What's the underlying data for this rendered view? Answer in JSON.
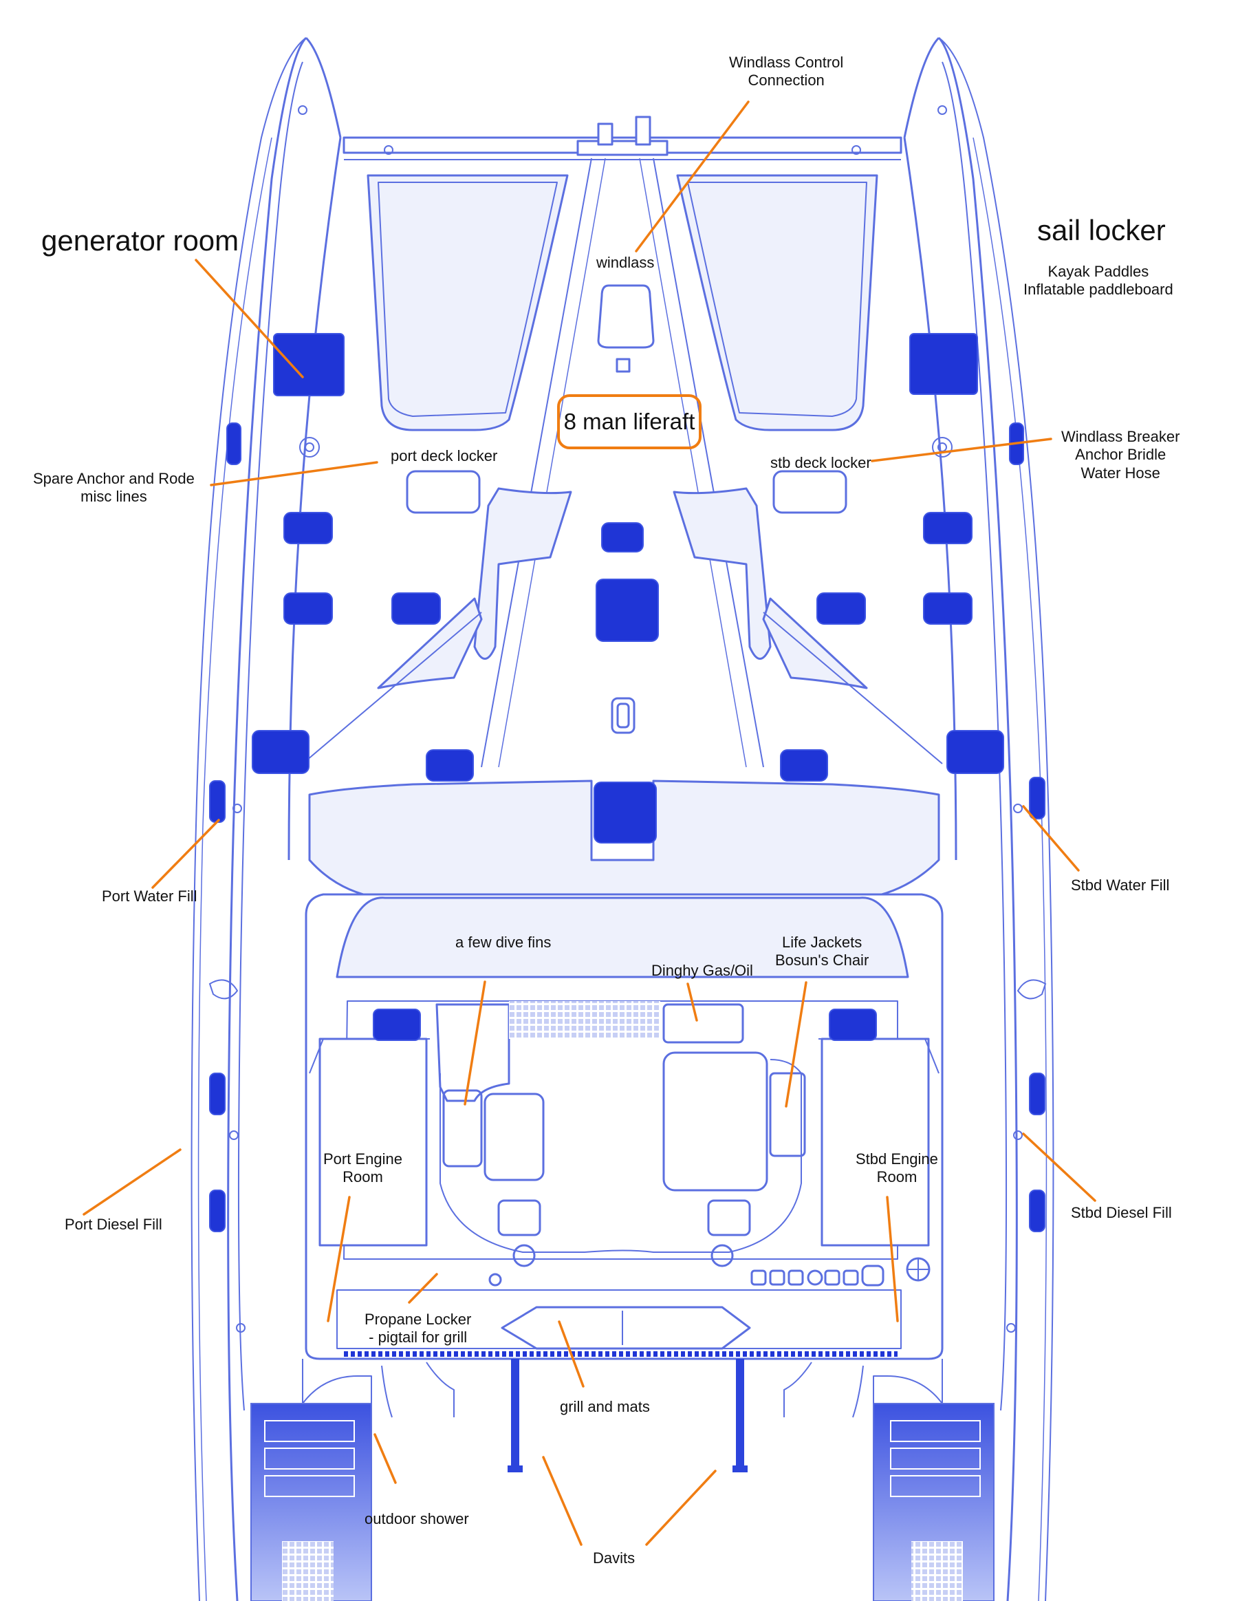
{
  "labels": {
    "generator_room": "generator room",
    "sail_locker": "sail locker",
    "sail_locker_items": [
      "Kayak Paddles",
      "Inflatable paddleboard"
    ],
    "windlass_control": [
      "Windlass Control",
      "Connection"
    ],
    "windlass": "windlass",
    "liferaft": "8 man liferaft",
    "port_deck_locker": "port deck locker",
    "stb_deck_locker": "stb deck locker",
    "spare_anchor": [
      "Spare Anchor and Rode",
      "misc lines"
    ],
    "windlass_breaker": [
      "Windlass Breaker",
      "Anchor Bridle",
      "Water Hose"
    ],
    "port_water_fill": "Port Water Fill",
    "stbd_water_fill": "Stbd Water Fill",
    "dive_fins": "a few dive fins",
    "dinghy_gas": "Dinghy Gas/Oil",
    "life_jackets": [
      "Life Jackets",
      "Bosun's Chair"
    ],
    "port_engine": [
      "Port Engine",
      "Room"
    ],
    "stbd_engine": [
      "Stbd Engine",
      "Room"
    ],
    "port_diesel_fill": "Port Diesel Fill",
    "stbd_diesel_fill": "Stbd Diesel Fill",
    "propane_locker": [
      "Propane Locker",
      "- pigtail for grill"
    ],
    "grill_mats": "grill and mats",
    "outdoor_shower": "outdoor shower",
    "davits": "Davits"
  },
  "colors": {
    "line": "#5b6fe0",
    "hatch": "#1f35d6",
    "fill": "#eef1fc",
    "leader": "#f07d12",
    "text": "#111111"
  }
}
